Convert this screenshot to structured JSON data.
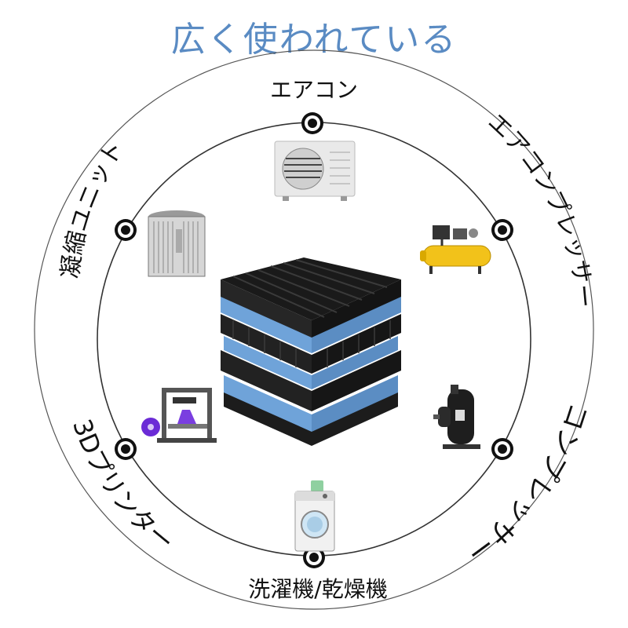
{
  "title": "広く使われている",
  "colors": {
    "title": "#5a8bc3",
    "pad_black": "#1c1c1c",
    "pad_blue": "#6fa3d9",
    "ring": "#333333"
  },
  "labels": {
    "top": "エアコン",
    "top_right": "エアコンプレッサー",
    "bottom_right": "コンプレッサー",
    "bottom": "洗濯機/乾燥機",
    "bottom_left": "3Dプリンター",
    "top_left": "凝縮ユニット"
  },
  "icons": {
    "top": "air-conditioner-unit",
    "top_right": "air-compressor",
    "bottom_right": "compressor",
    "bottom": "washing-machine",
    "bottom_left": "3d-printer",
    "top_left": "condensing-unit",
    "center": "anti-vibration-pads"
  }
}
